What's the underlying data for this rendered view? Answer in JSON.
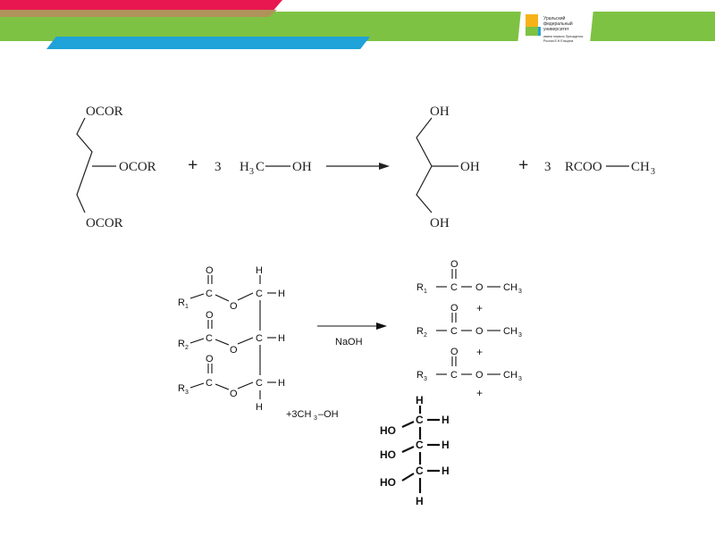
{
  "header": {
    "colors": {
      "red": "#e8174f",
      "tan": "#b0935a",
      "green": "#7dc242",
      "blue": "#1fa2d8"
    },
    "logo": {
      "line1": "Уральский",
      "line2": "федеральный",
      "line3": "университет",
      "line4": "имени первого Президента",
      "line5": "России Б.Н.Ельцина"
    }
  },
  "reaction1": {
    "reactant_groups": [
      "OCOR",
      "OCOR",
      "OCOR"
    ],
    "plus1": "+",
    "coef_methanol": "3",
    "methanol_left": "H",
    "methanol_sub": "3",
    "methanol_c": "C",
    "methanol_right": "OH",
    "product_groups": [
      "OH",
      "OH",
      "OH"
    ],
    "plus2": "+",
    "coef_ester": "3",
    "ester_left": "RCOO",
    "ester_right": "CH",
    "ester_sub": "3"
  },
  "reaction2": {
    "carbonyl_o": "O",
    "carbon": "C",
    "ester_o": "O",
    "hydrogen": "H",
    "r_labels": [
      "R",
      "R",
      "R"
    ],
    "r_subs": [
      "1",
      "2",
      "3"
    ],
    "catalyst": "NaOH",
    "methanol": "+3CH",
    "methanol_sub": "3",
    "methanol_oh": "–OH",
    "methyl": "CH",
    "methyl_sub": "3",
    "plus": "+",
    "hydroxyl": "HO"
  }
}
